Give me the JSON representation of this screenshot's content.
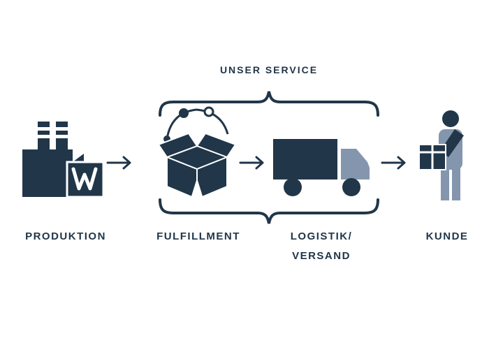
{
  "diagram": {
    "service_label": "UNSER SERVICE",
    "stages": [
      {
        "name": "produktion",
        "icon": "factory-icon",
        "label_lines": [
          "PRODUKTION"
        ]
      },
      {
        "name": "fulfillment",
        "icon": "open-box-network-icon",
        "label_lines": [
          "FULFILLMENT"
        ]
      },
      {
        "name": "logistik-versand",
        "icon": "delivery-truck-icon",
        "label_lines": [
          "LOGISTIK/",
          "VERSAND"
        ]
      },
      {
        "name": "kunde",
        "icon": "person-carrying-box-icon",
        "label_lines": [
          "KUNDE"
        ]
      }
    ],
    "colors": {
      "primary": "#213649",
      "secondary": "#8496ad",
      "background": "#ffffff"
    }
  }
}
